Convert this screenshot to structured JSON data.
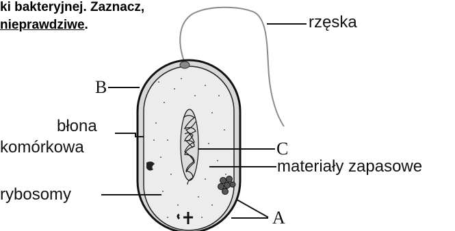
{
  "instruction": {
    "line1": "ki bakteryjnej. Zaznacz,",
    "line2": "nieprawdziwe",
    "line2_suffix": "."
  },
  "labels": {
    "flagellum": "rzęska",
    "b": "B",
    "membrane_line1": "błona",
    "membrane_line2": "komórkowa",
    "c": "C",
    "storage": "materiały zapasowe",
    "ribosomes": "rybosomy",
    "a": "A"
  },
  "colors": {
    "ink": "#111111",
    "cell_fill": "#e6e6e6",
    "wall_fill": "#d7d7d7",
    "flagellum": "#777777"
  }
}
